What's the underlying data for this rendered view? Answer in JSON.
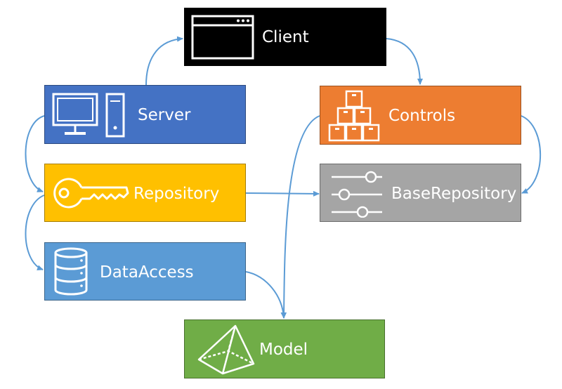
{
  "nodes": {
    "client": {
      "label": "Client",
      "color": "#000000",
      "icon": "browser-window-icon"
    },
    "server": {
      "label": "Server",
      "color": "#4472c4",
      "icon": "desktop-computer-icon"
    },
    "controls": {
      "label": "Controls",
      "color": "#ed7d31",
      "icon": "stacked-boxes-icon"
    },
    "repository": {
      "label": "Repository",
      "color": "#ffc000",
      "icon": "key-icon"
    },
    "baserepository": {
      "label": "BaseRepository",
      "color": "#a5a5a5",
      "icon": "sliders-icon"
    },
    "dataaccess": {
      "label": "DataAccess",
      "color": "#5b9bd5",
      "icon": "database-icon"
    },
    "model": {
      "label": "Model",
      "color": "#70ad47",
      "icon": "pyramid-icon"
    }
  },
  "edges": [
    {
      "from": "server",
      "to": "client"
    },
    {
      "from": "client",
      "to": "controls"
    },
    {
      "from": "server",
      "to": "repository"
    },
    {
      "from": "repository",
      "to": "dataaccess"
    },
    {
      "from": "repository",
      "to": "baserepository"
    },
    {
      "from": "controls",
      "to": "baserepository"
    },
    {
      "from": "controls",
      "to": "model"
    },
    {
      "from": "dataaccess",
      "to": "model"
    }
  ],
  "colors": {
    "connector": "#5b9bd5"
  }
}
